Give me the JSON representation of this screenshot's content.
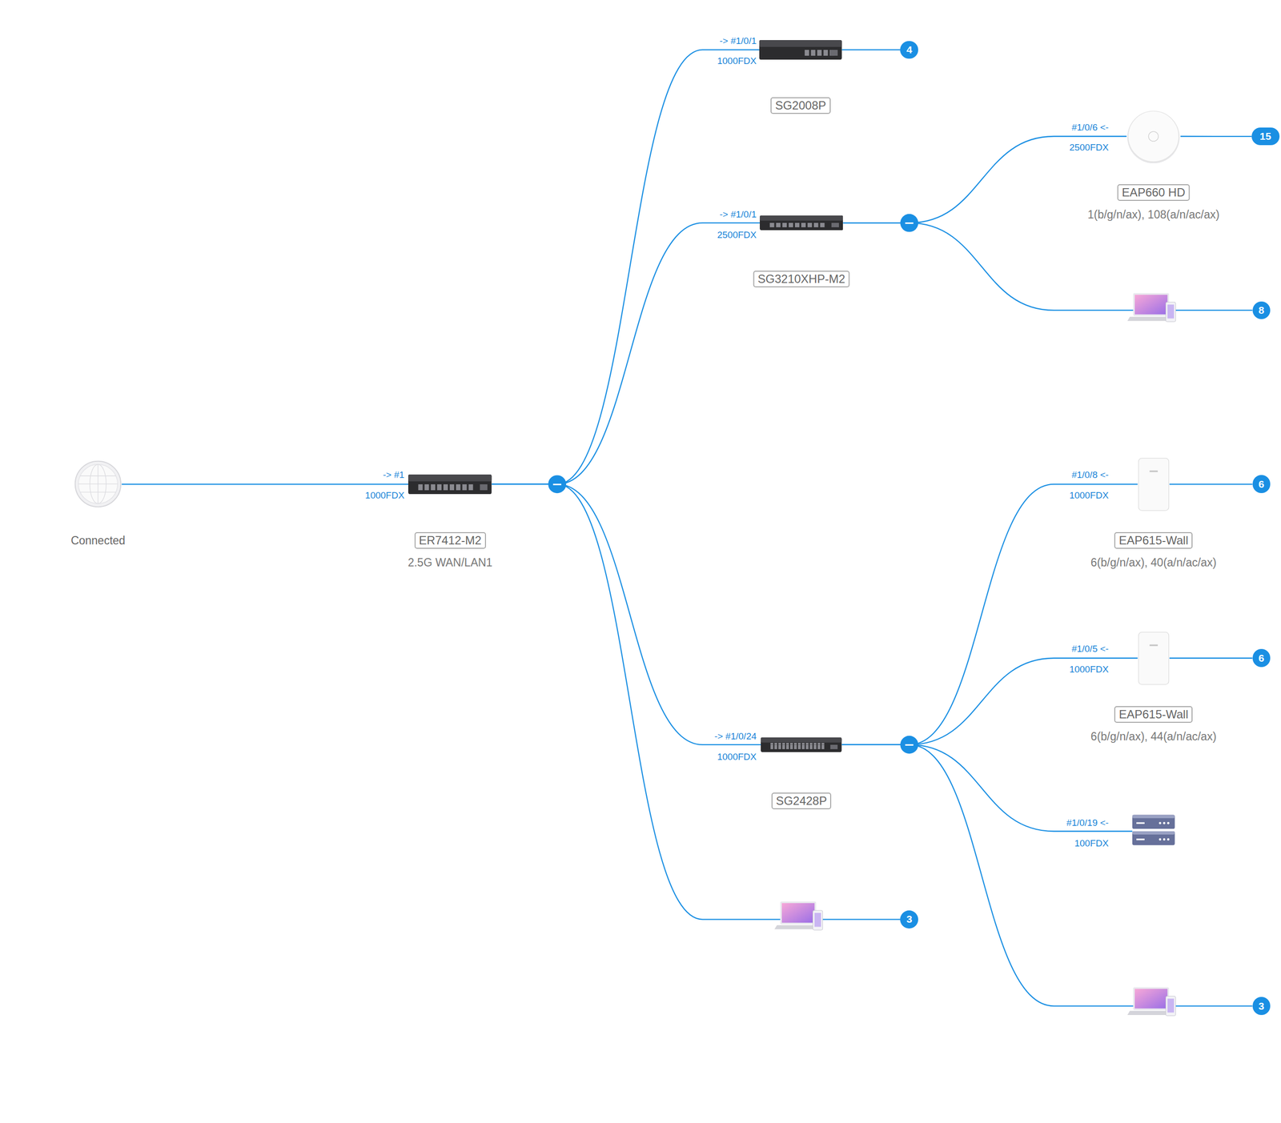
{
  "diagram": {
    "nodes": [
      {
        "text": [
          "Connected"
        ]
      },
      {
        "text": [
          "ER7412-M2",
          "2.5G WAN/LAN1"
        ]
      },
      {
        "text": [
          "SG2008P"
        ]
      },
      {
        "text": [
          "4"
        ]
      },
      {
        "text": [
          "SG3210XHP-M2"
        ]
      },
      {
        "text": [
          "EAP660 HD",
          "1(b/g/n/ax), 108(a/n/ac/ax)"
        ]
      },
      {
        "text": [
          "15"
        ]
      },
      {
        "text": [
          "8"
        ]
      },
      {
        "text": [
          "SG2428P"
        ]
      },
      {
        "text": [
          "EAP615-Wall",
          "6(b/g/n/ax), 40(a/n/ac/ax)"
        ]
      },
      {
        "text": [
          "6"
        ]
      },
      {
        "text": [
          "EAP615-Wall",
          "6(b/g/n/ax), 44(a/n/ac/ax)"
        ]
      },
      {
        "text": [
          "6"
        ]
      },
      {
        "text": [
          "3"
        ]
      },
      {
        "text": [
          "3"
        ]
      }
    ],
    "edges": [
      {
        "from": 0,
        "to": 1,
        "arrow": "none"
      },
      {
        "from": 1,
        "to": 2,
        "arrow": "none"
      },
      {
        "from": 2,
        "to": 3,
        "arrow": "none"
      },
      {
        "from": 1,
        "to": 4,
        "arrow": "none"
      },
      {
        "from": 4,
        "to": 5,
        "arrow": "none"
      },
      {
        "from": 5,
        "to": 6,
        "arrow": "none"
      },
      {
        "from": 4,
        "to": 7,
        "arrow": "none"
      },
      {
        "from": 1,
        "to": 8,
        "arrow": "none"
      },
      {
        "from": 8,
        "to": 9,
        "arrow": "none"
      },
      {
        "from": 9,
        "to": 10,
        "arrow": "none"
      },
      {
        "from": 8,
        "to": 11,
        "arrow": "none"
      },
      {
        "from": 11,
        "to": 12,
        "arrow": "none"
      },
      {
        "from": 8,
        "to": 13,
        "arrow": "none"
      },
      {
        "from": 1,
        "to": 14,
        "arrow": "none"
      }
    ],
    "labels": [
      "-> #1",
      "1000FDX",
      "-> #1/0/1",
      "1000FDX",
      "-> #1/0/1",
      "2500FDX",
      "#1/0/6 <-",
      "2500FDX",
      "#1/0/8 <-",
      "1000FDX",
      "#1/0/5 <-",
      "1000FDX",
      "-> #1/0/24",
      "1000FDX",
      "#1/0/19 <-",
      "100FDX"
    ]
  }
}
